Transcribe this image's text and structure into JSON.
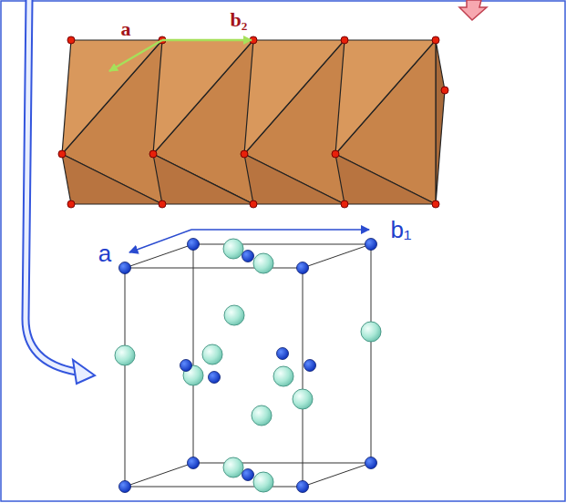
{
  "diagram": {
    "labels": [
      "b₂",
      "a",
      "a",
      "b₁"
    ]
  }
}
